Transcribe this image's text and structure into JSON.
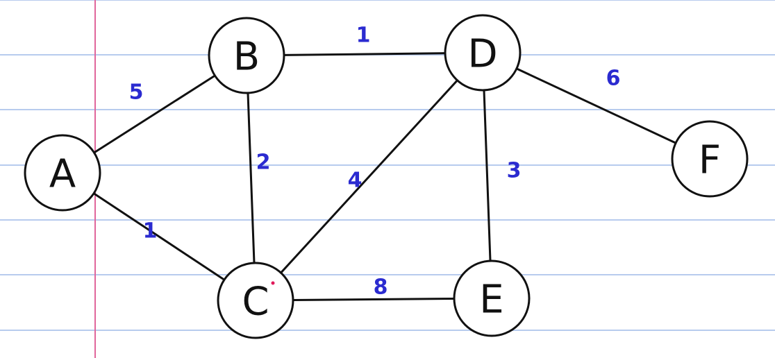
{
  "colors": {
    "paper": "#ffffff",
    "ruled_line": "#b7cbee",
    "margin_line": "#e0669b",
    "ink": "#111111",
    "weight_ink": "#2b2bd0",
    "dot": "#e0195a"
  },
  "graph": {
    "nodes": [
      {
        "id": "A",
        "label": "A"
      },
      {
        "id": "B",
        "label": "B"
      },
      {
        "id": "C",
        "label": "C"
      },
      {
        "id": "D",
        "label": "D"
      },
      {
        "id": "E",
        "label": "E"
      },
      {
        "id": "F",
        "label": "F"
      }
    ],
    "edges": [
      {
        "from": "A",
        "to": "B",
        "weight": "5"
      },
      {
        "from": "A",
        "to": "C",
        "weight": "1"
      },
      {
        "from": "B",
        "to": "D",
        "weight": "1"
      },
      {
        "from": "B",
        "to": "C",
        "weight": "2"
      },
      {
        "from": "C",
        "to": "D",
        "weight": "4"
      },
      {
        "from": "D",
        "to": "E",
        "weight": "3"
      },
      {
        "from": "D",
        "to": "F",
        "weight": "6"
      },
      {
        "from": "C",
        "to": "E",
        "weight": "8"
      }
    ]
  }
}
